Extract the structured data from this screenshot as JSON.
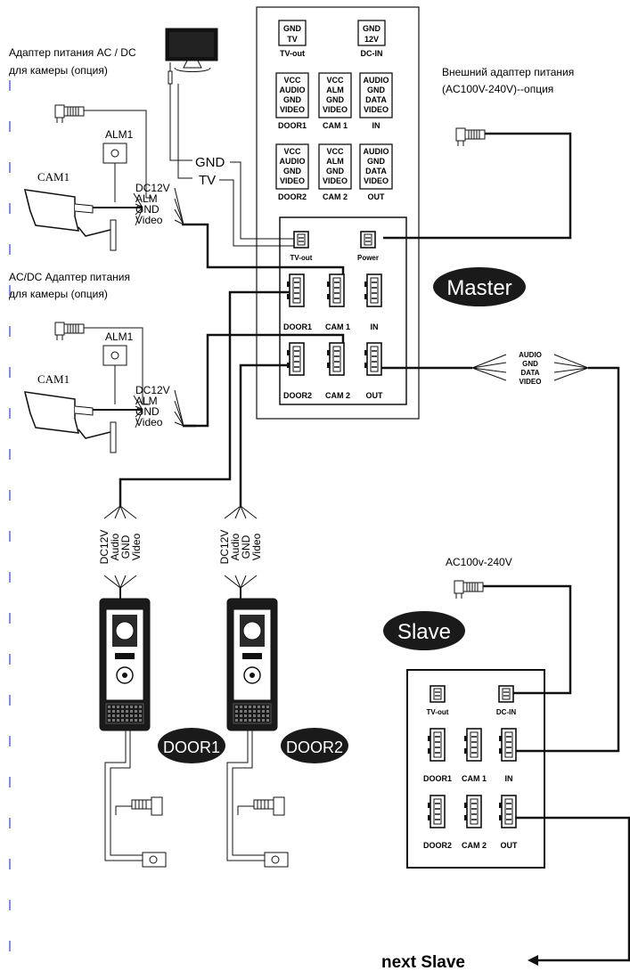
{
  "labels": {
    "cam_adapter_1_line1": "Адаптер питания AC / DC",
    "cam_adapter_1_line2": "для камеры (опция)",
    "cam_adapter_2_line1": "AC/DC Адаптер питания",
    "cam_adapter_2_line2": "для камеры (опция)",
    "ext_adapter_line1": "Внешний адаптер питания",
    "ext_adapter_line2": "(AC100V-240V)--опция",
    "slave_adapter": "AC100v-240V",
    "tv_gnd": "GND",
    "tv_tv": "TV",
    "next_slave": "next  Slave"
  },
  "camera": {
    "alm": "ALM1",
    "name": "CAM1",
    "wires": [
      "DC12V",
      "ALM",
      "GND",
      "Video"
    ]
  },
  "door_wires": [
    "DC12V",
    "Audio",
    "GND",
    "Video"
  ],
  "badges": {
    "master": "Master",
    "slave": "Slave",
    "door1": "DOOR1",
    "door2": "DOOR2"
  },
  "bus_labels": [
    "AUDIO",
    "GND",
    "DATA",
    "VIDEO"
  ],
  "legend": {
    "tv": {
      "lines": [
        "GND",
        "TV"
      ],
      "caption": "TV-out"
    },
    "dcin": {
      "lines": [
        "GND",
        "12V"
      ],
      "caption": "DC-IN"
    },
    "door1": {
      "lines": [
        "VCC",
        "AUDIO",
        "GND",
        "VIDEO"
      ],
      "caption": "DOOR1"
    },
    "cam1": {
      "lines": [
        "VCC",
        "ALM",
        "GND",
        "VIDEO"
      ],
      "caption": "CAM 1"
    },
    "in": {
      "lines": [
        "AUDIO",
        "GND",
        "DATA",
        "VIDEO"
      ],
      "caption": "IN"
    },
    "door2": {
      "lines": [
        "VCC",
        "AUDIO",
        "GND",
        "VIDEO"
      ],
      "caption": "DOOR2"
    },
    "cam2": {
      "lines": [
        "VCC",
        "ALM",
        "GND",
        "VIDEO"
      ],
      "caption": "CAM 2"
    },
    "out": {
      "lines": [
        "AUDIO",
        "GND",
        "DATA",
        "VIDEO"
      ],
      "caption": "OUT"
    }
  },
  "ports": {
    "tv_out": "TV-out",
    "power": "Power",
    "dc_in": "DC-IN",
    "door1": "DOOR1",
    "cam1": "CAM 1",
    "in": "IN",
    "door2": "DOOR2",
    "cam2": "CAM 2",
    "out": "OUT"
  },
  "colors": {
    "line": "#111111",
    "badge": "#1a1a1a",
    "badge_text": "#ffffff",
    "left_dashes": "#3344cc"
  }
}
